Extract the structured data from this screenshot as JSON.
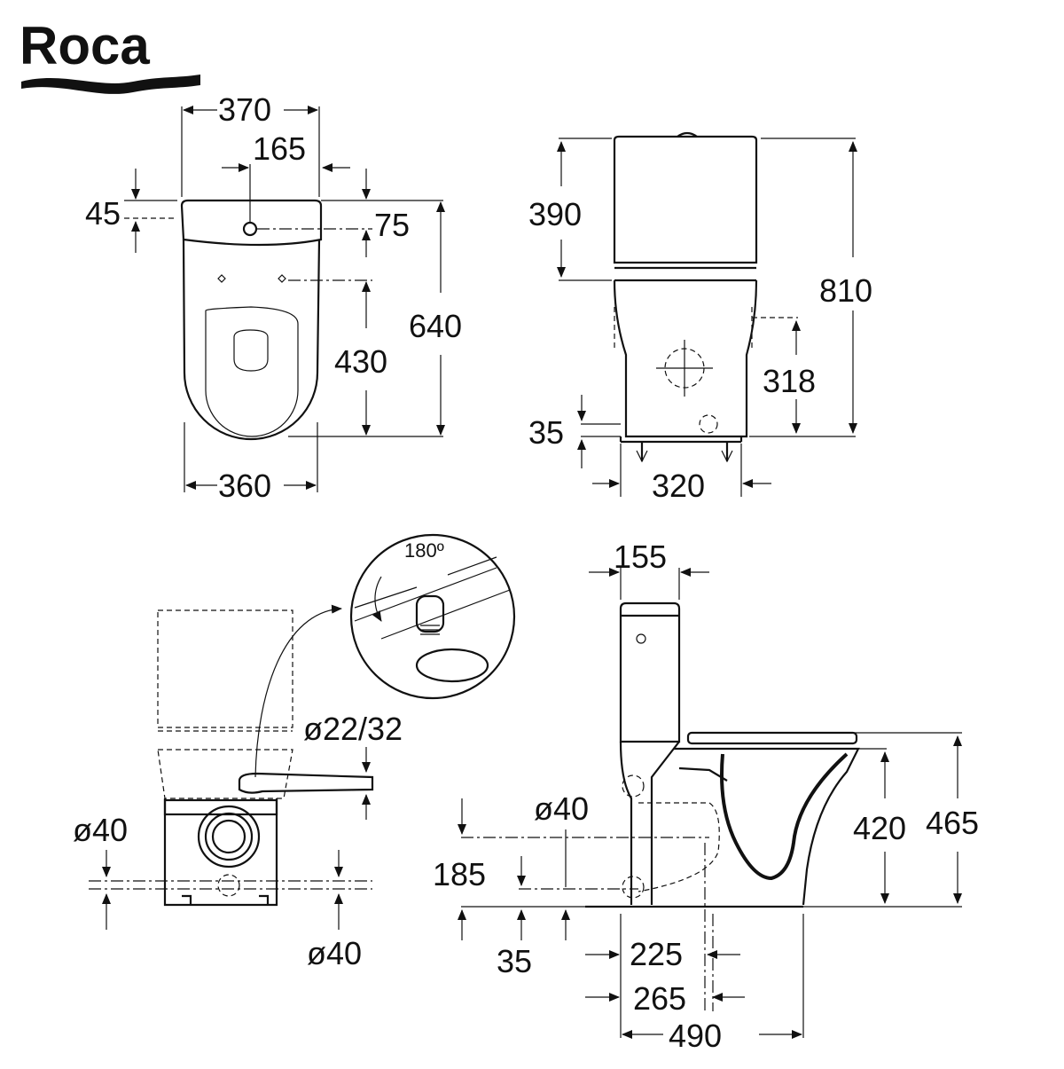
{
  "brand": {
    "name": "Roca"
  },
  "top_view": {
    "dims": {
      "width_tank": "370",
      "inlet_offset": "165",
      "back_gap": "45",
      "inlet_depth": "75",
      "fixing_distance": "430",
      "overall_depth": "640",
      "bowl_width": "360"
    }
  },
  "side_view_top_right": {
    "dims": {
      "tank_height": "390",
      "overall_height": "810",
      "side_inlet_height": "318",
      "foot_height": "35",
      "fixing_width": "320"
    }
  },
  "rear_view": {
    "detail_angle": "180º",
    "dims": {
      "supply": "ø22/32",
      "outlet_left": "ø40",
      "outlet_bottom": "ø40"
    }
  },
  "profile_view": {
    "dims": {
      "tank_depth": "155",
      "outlet_dia": "ø40",
      "outlet_height": "185",
      "base_height": "35",
      "bowl_height": "420",
      "seat_height": "465",
      "axis_225": "225",
      "axis_265": "265",
      "overall_length": "490"
    }
  }
}
